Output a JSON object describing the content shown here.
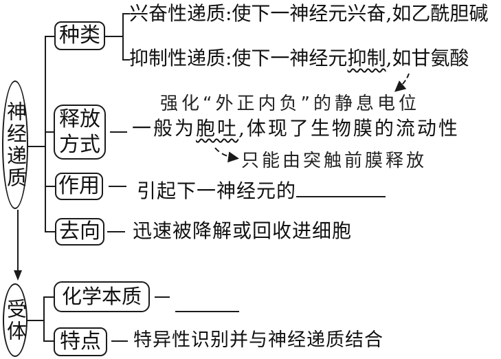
{
  "diagram": {
    "title_root": "神经递质",
    "receptor": "受体",
    "branch_labels": {
      "types": "种类",
      "release": "释放方式",
      "effect": "作用",
      "fate": "去向",
      "chemical": "化学本质",
      "feature": "特点"
    },
    "lines": {
      "excitatory": "兴奋性递质:使下一神经元兴奋,如乙酰胆碱",
      "inhibitory_pre": "抑制性递质:使下一神经元",
      "inhibitory_wavy": "抑制",
      "inhibitory_post": ",如甘氨酸",
      "release_pre": "一般为",
      "release_wavy": "胞吐",
      "release_post": ",体现了生物膜的流动性",
      "effect_text": "引起下一神经元的",
      "fate_text": "迅速被降解或回收进细胞",
      "feature_text": "特异性识别并与神经递质结合"
    },
    "handwritten": {
      "resting_potential": "强化“外正内负”的静息电位",
      "presynaptic_only": "只能由突触前膜释放"
    },
    "icons": {
      "down_arrow": "down-arrow",
      "dashed_arrow_inhibitory": "dashed-curved-arrow",
      "dashed_arrow_release": "dashed-curved-arrow"
    },
    "colors": {
      "ink": "#1a1a1a",
      "background": "#ffffff"
    }
  }
}
